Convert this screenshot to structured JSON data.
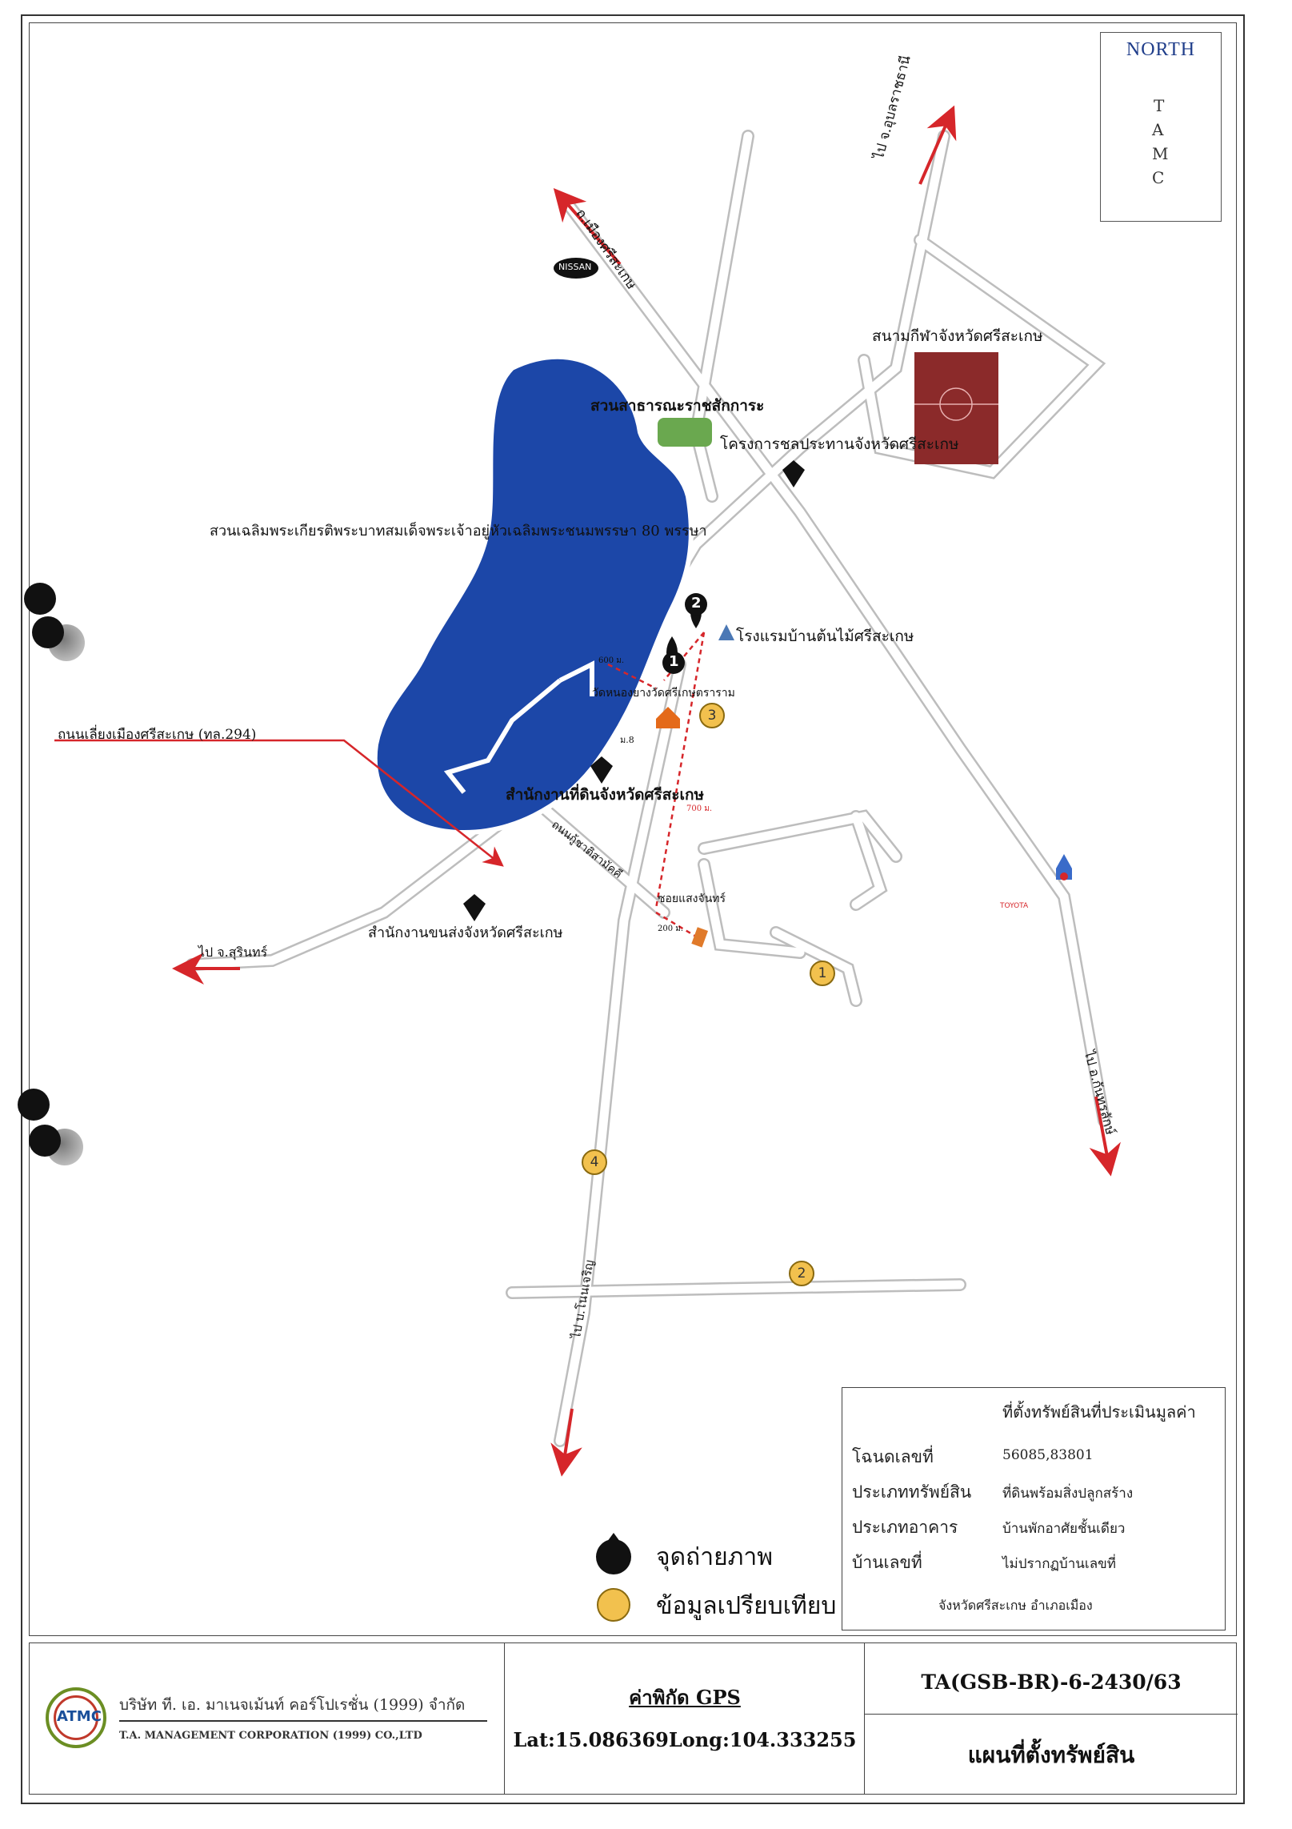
{
  "north": {
    "label": "NORTH",
    "arrow_letters": [
      "T",
      "A",
      "M",
      "C"
    ]
  },
  "map_labels": {
    "road_ubon": "ไป จ.อุบลราชธานี",
    "road_muang": "ถ.เมืองศรีสะเกษ",
    "nissan": "NISSAN",
    "stadium": "สนามกีฬาจังหวัดศรีสะเกษ",
    "public_park": "สวนสาธารณะราชสักการะ",
    "irrigation": "โครงการชลประทานจังหวัดศรีสะเกษ",
    "king_park": "สวนเฉลิมพระเกียรติพระบาทสมเด็จพระเจ้าอยู่หัวเฉลิมพระชนมพรรษา 80 พรรษา",
    "hotel": "โรงแรมบ้านต้นไม้ศรีสะเกษ",
    "temple": "วัดหนองยางวัดศรีเกษตราราม",
    "dist_600": "600 ม.",
    "bypass_road": "ถนนเลี่ยงเมืองศรีสะเกษ (ทล.294)",
    "moo": "ม.8",
    "land_office": "สำนักงานที่ดินจังหวัดศรีสะเกษ",
    "dist_700": "700 ม.",
    "road_kuhnsan": "ถนนกู้ชาติสามัคคี",
    "soi": "ซอยแสงจันทร์",
    "dist_200": "200 ม.",
    "transport_office": "สำนักงานขนส่งจังหวัดศรีสะเกษ",
    "road_surin": "ไป จ.สุรินทร์",
    "toyota": "TOYOTA",
    "road_kantharalak": "ไป อ.กันทรลักษ์",
    "road_south": "ไป บ.โนนเจริญ"
  },
  "comparison_markers": [
    {
      "number": "1"
    },
    {
      "number": "2"
    },
    {
      "number": "3"
    },
    {
      "number": "4"
    }
  ],
  "photo_points": [
    {
      "number": "1"
    },
    {
      "number": "2"
    }
  ],
  "legend": {
    "asset_location": "ที่ตั้งทรัพย์สินที่ประเมินมูลค่า",
    "rows": [
      {
        "label": "โฉนดเลขที่",
        "value": "56085,83801"
      },
      {
        "label": "ประเภททรัพย์สิน",
        "value": "ที่ดินพร้อมสิ่งปลูกสร้าง"
      },
      {
        "label": "ประเภทอาคาร",
        "value": "บ้านพักอาศัยชั้นเดียว"
      },
      {
        "label": "บ้านเลขที่",
        "value": "ไม่ปรากฏบ้านเลขที่"
      }
    ],
    "location_line": "จังหวัดศรีสะเกษ อำเภอเมือง"
  },
  "key": {
    "photo_point": "จุดถ่ายภาพ",
    "comparison": "ข้อมูลเปรียบเทียบ"
  },
  "footer": {
    "company_th": "บริษัท ที. เอ. มาเนจเม้นท์ คอร์โปเรชั่น (1999) จำกัด",
    "company_en": "T.A. MANAGEMENT CORPORATION (1999) CO.,LTD",
    "logo_text": "ATMC",
    "gps_title": "ค่าพิกัด GPS",
    "gps_value": "Lat:15.086369Long:104.333255",
    "report_code": "TA(GSB-BR)-6-2430/63",
    "map_title": "แผนที่ตั้งทรัพย์สิน"
  },
  "colors": {
    "lake": "#1c47a8",
    "stadium": "#8b2a2a",
    "arrow_red": "#d6262a",
    "marker_yellow": "#f2c14e",
    "north_yellow": "#f5ea4a",
    "asset_orange": "#e07a2a"
  }
}
